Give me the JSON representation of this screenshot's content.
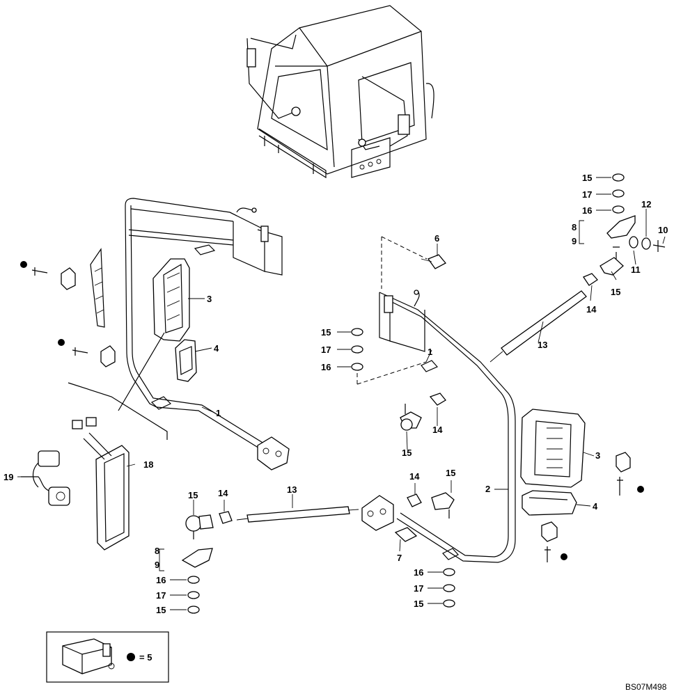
{
  "labels": {
    "c15_top": "15",
    "c17_top": "17",
    "c16_top": "16",
    "c12": "12",
    "c10": "10",
    "c8_tr": "8",
    "c9_tr": "9",
    "c11": "11",
    "c15_tr": "15",
    "c14_tr": "14",
    "c6": "6",
    "c3_left": "3",
    "c4_left": "4",
    "c1_left": "1",
    "c13_right": "13",
    "c15_mid": "15",
    "c17_mid": "17",
    "c16_mid": "16",
    "c1_mid": "1",
    "c14_mid": "14",
    "c15_mid2": "15",
    "c3_right": "3",
    "c4_right": "4",
    "c2": "2",
    "c18": "18",
    "c19": "19",
    "c15_bl": "15",
    "c14_bl": "14",
    "c13_bottom": "13",
    "c14_bc": "14",
    "c15_bc": "15",
    "c7": "7",
    "c8_bl": "8",
    "c9_bl": "9",
    "c16_bl": "16",
    "c17_bl": "17",
    "c15_bl2": "15",
    "c16_br": "16",
    "c17_br": "17",
    "c15_br": "15"
  },
  "legend": {
    "text": "= 5"
  },
  "drawing_code": "BS07M498"
}
